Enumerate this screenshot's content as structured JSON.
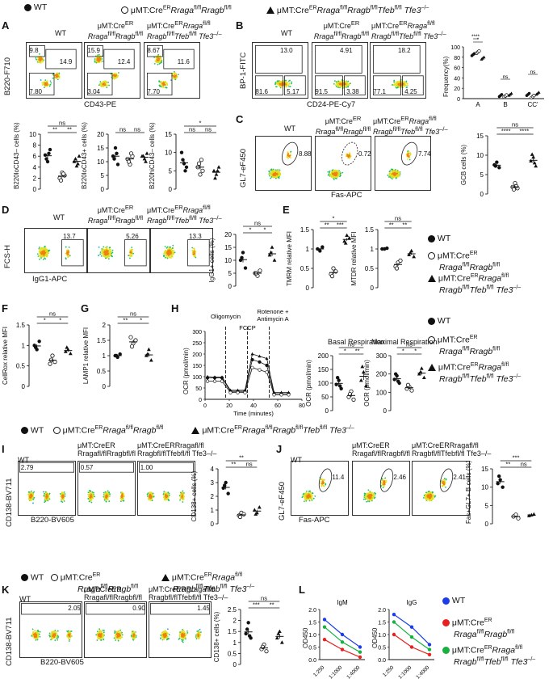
{
  "header": {
    "wt": "WT",
    "g2_prefix": "μMT:Cre",
    "g2_sup": "ER",
    "g2_italic": "Rraga",
    "g2_sup2": "fl/fl",
    "g2_italic2": "Rragb",
    "g2_sup3": "fl/fl",
    "g3_italic3": "Tfeb",
    "g3_sup4": "fl/fl",
    "g3_italic4": "Tfe3",
    "g3_sup5": "–/–"
  },
  "panels": {
    "A": "A",
    "B": "B",
    "C": "C",
    "D": "D",
    "E": "E",
    "F": "F",
    "G": "G",
    "H": "H",
    "I": "I",
    "J": "J",
    "K": "K",
    "L": "L"
  },
  "titles": {
    "wt": "WT",
    "g2_line1": "μMT:CreER",
    "g2_line2": "Rragafl/flRragbfl/fl",
    "g3_line1": "μMT:CreERRraga",
    "g3_line2": "fl/fl",
    "g3_full1": "μMT:CreERRragafl/fl",
    "g3_full2": "Rragbfl/flTfebfl/flTfe3–/–"
  },
  "axes": {
    "A_y": "B220-F710",
    "A_x": "CD43-PE",
    "B_y": "BP-1-FITC",
    "B_x": "CD24-PE-Cy7",
    "C_y": "GL7-eF450",
    "C_x": "Fas-APC",
    "D_y": "FCS-H",
    "D_x": "IgG1-APC",
    "I_y": "CD138-BV711",
    "I_x": "B220-BV605",
    "J_y": "GL7-eF450",
    "J_x": "Fas-APC",
    "K_y": "CD138-BV711",
    "K_x": "B220-BV605"
  },
  "gates": {
    "A": [
      [
        "9.8",
        "14.9",
        "7.80"
      ],
      [
        "15.9",
        "12.4",
        "3.04"
      ],
      [
        "8.67",
        "11.6",
        "7.70"
      ]
    ],
    "B": [
      [
        "13.0",
        "81.6",
        "5.17"
      ],
      [
        "4.91",
        "91.5",
        "3.38"
      ],
      [
        "18.2",
        "77.1",
        "4.25"
      ]
    ],
    "C": [
      "8.88",
      "0.72",
      "7.74"
    ],
    "D": [
      "13.7",
      "5.26",
      "13.3"
    ],
    "I": [
      "2.79",
      "0.57",
      "1.00"
    ],
    "J": [
      "11.4",
      "2.46",
      "2.41"
    ],
    "K": [
      "2.05",
      "0.90",
      "1.45"
    ]
  },
  "stats": {
    "ns": "ns",
    "s1": "*",
    "s2": "**",
    "s3": "***",
    "s4": "****"
  },
  "ylabels": {
    "A1": "B220loCD43– cells (%)",
    "A2": "B220loCD43+ cells (%)",
    "A3": "B220hiCD43– cells (%)",
    "B": "Frequency(%)",
    "C": "GCB cells (%)",
    "D": "IgG1+ cells (%)",
    "E1": "TMRM relative MFI",
    "E2": "MTDR relative MFI",
    "F": "CellRox relative MFI",
    "G": "LAMP1 relative MFI",
    "H": "OCR (pmol/min)",
    "H2": "OCR (pmol/min)",
    "H3": "OCR (pmol/min)",
    "I": "CD138+ cells (%)",
    "J": "Fas+GL7+ B cells (%)",
    "K": "CD138+ cells (%)",
    "L": "OD450"
  },
  "H": {
    "oligo": "Oligomycin",
    "fccp": "FCCP",
    "rot1": "Rotenone +",
    "rot2": "Antimycin A",
    "xlabel": "Time (minutes)",
    "basal": "Basal Respiration",
    "maximal": "Maximal Respiration"
  },
  "L": {
    "igm": "IgM",
    "igg": "IgG"
  },
  "legend": {
    "wt": "WT",
    "cre": "μMT:CreER",
    "rr": "Rragafl/flRragbfl/fl",
    "tko1": "μMT:CreERRragafl/fl",
    "tko2": "Rragbfl/flTfebfl/fl Tfe3–/–"
  },
  "chart_data": [
    {
      "panel": "A",
      "type": "scatter",
      "ylabel": "B220loCD43– cells (%)",
      "ylim": [
        0,
        10
      ],
      "yticks": [
        0,
        2,
        4,
        6,
        8,
        10
      ],
      "groups": [
        {
          "name": "WT",
          "values": [
            6.2,
            5.0,
            7.2,
            5.5,
            6.5
          ]
        },
        {
          "name": "Rraga/Rragb",
          "values": [
            2.0,
            3.0,
            2.5,
            1.6,
            2.8
          ]
        },
        {
          "name": "Rraga/Rragb/Tfeb/Tfe3",
          "values": [
            5.0,
            4.2,
            6.0,
            5.5,
            4.6
          ]
        }
      ]
    },
    {
      "panel": "A",
      "type": "scatter",
      "ylabel": "B220loCD43+ cells (%)",
      "ylim": [
        0,
        20
      ],
      "yticks": [
        0,
        5,
        10,
        15,
        20
      ],
      "groups": [
        {
          "name": "WT",
          "values": [
            12,
            15,
            9,
            11,
            13
          ]
        },
        {
          "name": "Rraga/Rragb",
          "values": [
            11,
            9,
            12,
            10,
            13
          ]
        },
        {
          "name": "Rraga/Rragb/Tfeb/Tfe3",
          "values": [
            12,
            11,
            13,
            12,
            10
          ]
        }
      ]
    },
    {
      "panel": "A",
      "type": "scatter",
      "ylabel": "B220hiCD43– cells (%)",
      "ylim": [
        0,
        15
      ],
      "yticks": [
        0,
        5,
        10,
        15
      ],
      "groups": [
        {
          "name": "WT",
          "values": [
            10,
            7,
            6,
            8,
            5
          ]
        },
        {
          "name": "Rraga/Rragb",
          "values": [
            6,
            4,
            5,
            7,
            8
          ]
        },
        {
          "name": "Rraga/Rragb/Tfeb/Tfe3",
          "values": [
            5,
            4,
            6,
            3,
            5
          ]
        }
      ]
    }
  ]
}
